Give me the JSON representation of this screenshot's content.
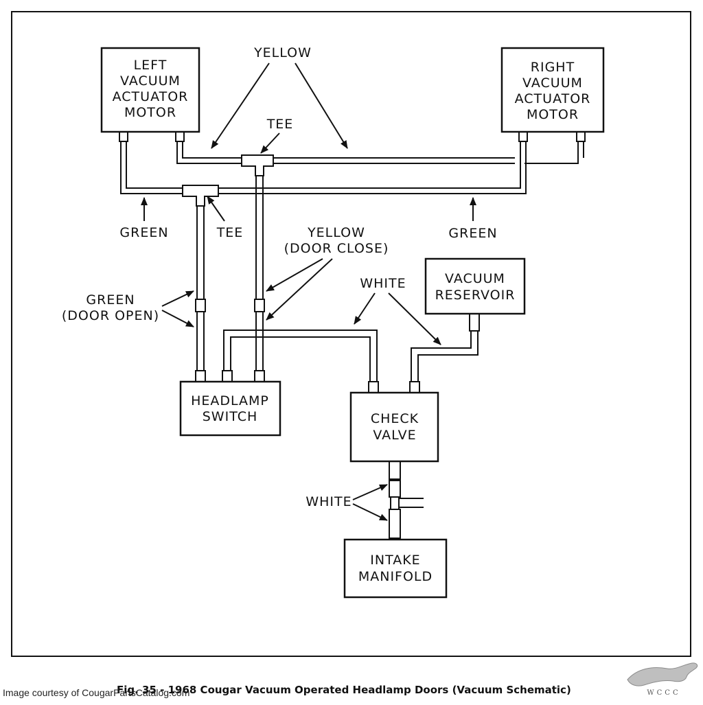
{
  "boxes": {
    "left_motor": [
      "LEFT",
      "VACUUM",
      "ACTUATOR",
      "MOTOR"
    ],
    "right_motor": [
      "RIGHT",
      "VACUUM",
      "ACTUATOR",
      "MOTOR"
    ],
    "vacuum_reservoir": [
      "VACUUM",
      "RESERVOIR"
    ],
    "headlamp_switch": [
      "HEADLAMP",
      "SWITCH"
    ],
    "check_valve": [
      "CHECK",
      "VALVE"
    ],
    "intake_manifold": [
      "INTAKE",
      "MANIFOLD"
    ]
  },
  "labels": {
    "yellow_top": "YELLOW",
    "tee_top": "TEE",
    "tee_mid": "TEE",
    "green_left": "GREEN",
    "green_right": "GREEN",
    "yellow_close_line1": "YELLOW",
    "yellow_close_line2": "(DOOR CLOSE)",
    "white_upper": "WHITE",
    "green_open_line1": "GREEN",
    "green_open_line2": "(DOOR OPEN)",
    "white_lower": "WHITE"
  },
  "caption": "Fig. 35 - 1968 Cougar Vacuum Operated Headlamp Doors (Vacuum Schematic)",
  "credit": "Image courtesy of CougarPartsCatalog.com",
  "logo_text": "WCCC"
}
